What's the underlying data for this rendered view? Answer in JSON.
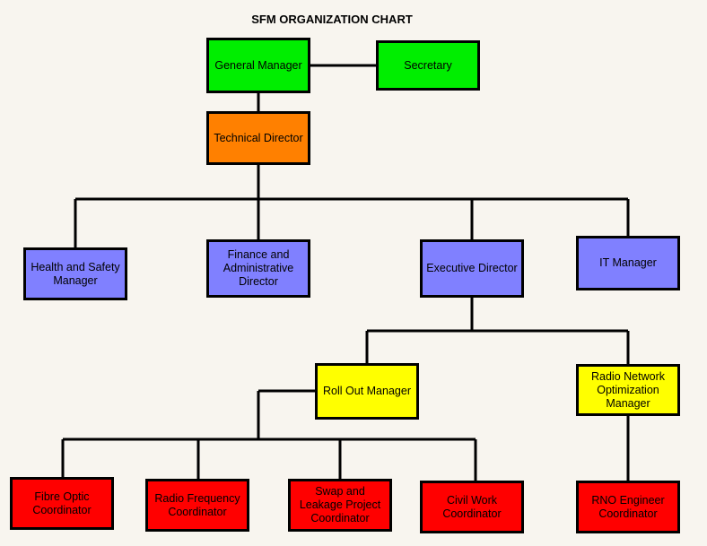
{
  "title": "SFM ORGANIZATION CHART",
  "nodes": {
    "general_manager": "General Manager",
    "secretary": "Secretary",
    "technical_director": "Technical Director",
    "health_safety": "Health and Safety Manager",
    "finance_admin": "Finance and Administrative Director",
    "executive_director": "Executive Director",
    "it_manager": "IT Manager",
    "roll_out_manager": "Roll Out Manager",
    "rno_manager": "Radio Network Optimization Manager",
    "fibre_optic": "Fibre Optic Coordinator",
    "radio_frequency": "Radio Frequency Coordinator",
    "swap_leakage": "Swap and Leakage Project Coordinator",
    "civil_work": "Civil Work Coordinator",
    "rno_engineer": "RNO Engineer Coordinator"
  },
  "colors": {
    "executive": "#00ee00",
    "director": "#ff8000",
    "manager": "#8080ff",
    "sub_manager": "#ffff00",
    "coordinator": "#ff0000"
  }
}
